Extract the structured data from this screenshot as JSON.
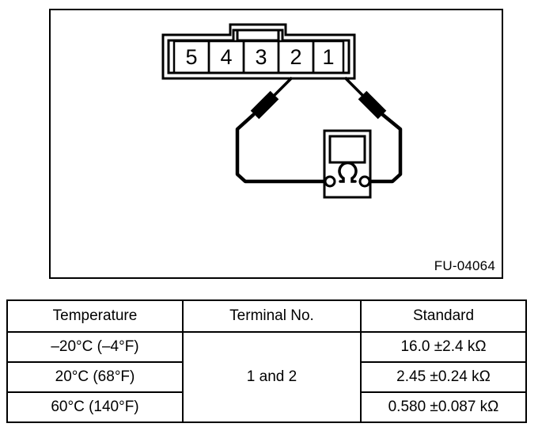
{
  "figure": {
    "id_label": "FU-04064",
    "connector": {
      "name": "5-pin connector",
      "terminals": [
        "5",
        "4",
        "3",
        "2",
        "1"
      ],
      "probed_terminals": [
        "2",
        "1"
      ]
    },
    "meter": {
      "name": "ohmmeter",
      "symbol": "Ω",
      "display_label": ""
    }
  },
  "table": {
    "headers": [
      "Temperature",
      "Terminal No.",
      "Standard"
    ],
    "terminal_spec": "1 and 2",
    "rows": [
      {
        "temperature": "–20°C (–4°F)",
        "standard": "16.0 ±2.4 kΩ"
      },
      {
        "temperature": "20°C (68°F)",
        "standard": "2.45 ±0.24 kΩ"
      },
      {
        "temperature": "60°C (140°F)",
        "standard": "0.580 ±0.087 kΩ"
      }
    ]
  },
  "colors": {
    "line": "#000000",
    "background": "#ffffff"
  }
}
